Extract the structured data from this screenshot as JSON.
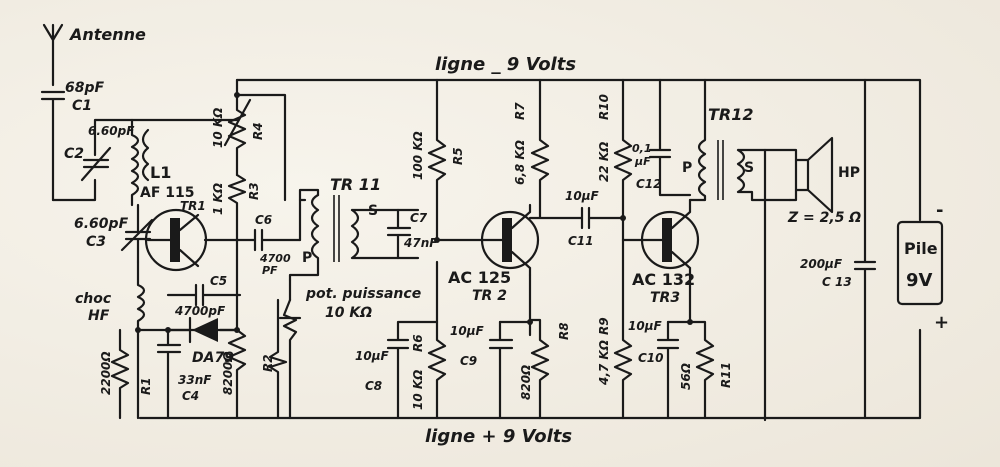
{
  "antenna": {
    "label": "Antenne"
  },
  "rails": {
    "negative": "ligne _ 9 Volts",
    "positive": "ligne + 9 Volts"
  },
  "components": {
    "c1": {
      "value": "68pF",
      "ref": "C1"
    },
    "c2": {
      "value": "6.60pF",
      "ref": "C2"
    },
    "l1": {
      "ref": "L1"
    },
    "c3": {
      "value": "6.60pF",
      "ref": "C3"
    },
    "tr1": {
      "type": "AF 115",
      "ref": "TR1"
    },
    "r4": {
      "value": "10 KΩ",
      "ref": "R4"
    },
    "r3": {
      "value": "1 KΩ",
      "ref": "R3"
    },
    "c6": {
      "ref": "C6",
      "value": "4700",
      "unit": "PF"
    },
    "choc": {
      "line1": "choc",
      "line2": "HF"
    },
    "c5": {
      "ref": "C5",
      "value": "4700pF"
    },
    "da79": {
      "ref": "DA79"
    },
    "r1": {
      "value": "2200Ω",
      "ref": "R1"
    },
    "c4": {
      "value": "33nF",
      "ref": "C4"
    },
    "r2": {
      "value": "8200Ω",
      "ref": "R2"
    },
    "tr11": {
      "ref": "TR 11",
      "p": "P",
      "s": "S"
    },
    "c7": {
      "ref": "C7",
      "value": "47nF"
    },
    "pot": {
      "line1": "pot. puissance",
      "line2": "10 KΩ"
    },
    "r5": {
      "value": "100 KΩ",
      "ref": "R5"
    },
    "tr2": {
      "type": "AC 125",
      "ref": "TR 2"
    },
    "r6": {
      "value": "10 KΩ",
      "ref": "R6"
    },
    "c8": {
      "value": "10µF",
      "ref": "C8"
    },
    "c9": {
      "value": "10µF",
      "ref": "C9"
    },
    "r7": {
      "value": "6,8 KΩ",
      "ref": "R7"
    },
    "r8": {
      "value": "820Ω",
      "ref": "R8"
    },
    "c11": {
      "value": "10µF",
      "ref": "C11"
    },
    "r10": {
      "value": "22 KΩ",
      "ref": "R10"
    },
    "r9": {
      "value": "4,7 KΩ",
      "ref": "R9"
    },
    "c12": {
      "line1": "0,1",
      "line2": "µF",
      "ref": "C12"
    },
    "tr3": {
      "type": "AC 132",
      "ref": "TR3"
    },
    "c10": {
      "value": "10µF",
      "ref": "C10"
    },
    "r11": {
      "value": "56Ω",
      "ref": "R11"
    },
    "tr12": {
      "ref": "TR12",
      "p": "P",
      "s": "S"
    },
    "hp": {
      "label": "HP",
      "impedance": "Z = 2,5 Ω"
    },
    "c13": {
      "value": "200µF",
      "ref": "C 13"
    },
    "battery": {
      "line1": "Pile",
      "line2": "9V",
      "minus": "-",
      "plus": "+"
    }
  }
}
